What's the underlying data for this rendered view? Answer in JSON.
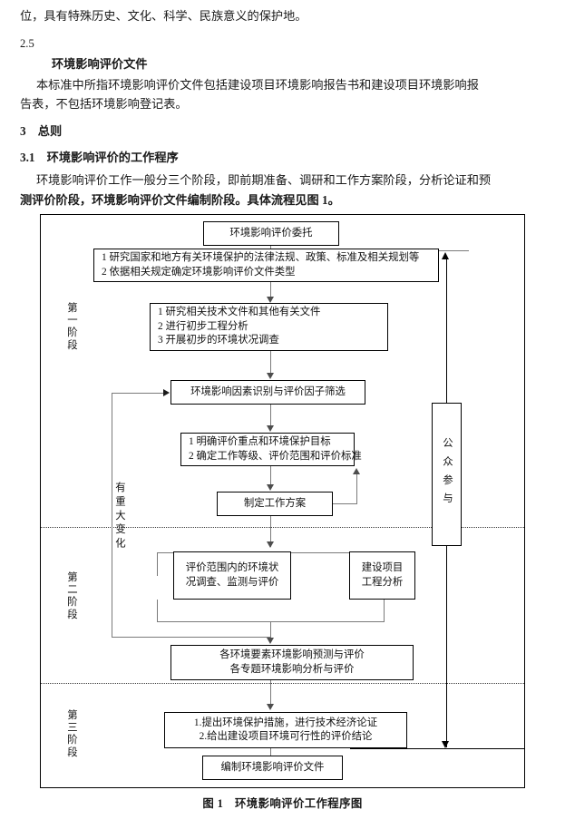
{
  "document": {
    "paragraphs": [
      {
        "id": "p-intro",
        "text": "位，具有特殊历史、文化、科学、民族意义的保护地。"
      },
      {
        "id": "clause-2-5",
        "text": "2.5"
      },
      {
        "id": "term-title",
        "text": "环境影响评价文件"
      },
      {
        "id": "term-body-1",
        "text": "本标准中所指环境影响评价文件包括建设项目环境影响报告书和建设项目环境影响报"
      },
      {
        "id": "term-body-2",
        "text": "告表，不包括环境影响登记表。"
      },
      {
        "id": "heading-3",
        "text": "3　总则"
      },
      {
        "id": "heading-3-1",
        "text": "3.1　环境影响评价的工作程序"
      },
      {
        "id": "sec-body-1",
        "text": "环境影响评价工作一般分三个阶段，即前期准备、调研和工作方案阶段，分析论证和预"
      },
      {
        "id": "sec-body-2",
        "text": "测评价阶段，环境影响评价文件编制阶段。具体流程见图 1。"
      }
    ],
    "figure_caption": "图 1　环境影响评价工作程序图"
  },
  "chart_data": {
    "type": "flowchart",
    "title": "环境影响评价工作程序图",
    "stages": [
      {
        "key": "stage-1",
        "label": "第一阶段"
      },
      {
        "key": "stage-2",
        "label": "第二阶段"
      },
      {
        "key": "stage-3",
        "label": "第三阶段"
      }
    ],
    "side_channel": {
      "key": "public-participation",
      "label": "公众参与"
    },
    "feedback_label": {
      "key": "major-change",
      "label": "有重大变化"
    },
    "nodes": [
      {
        "id": "n1",
        "stage": "stage-1",
        "lines": [
          "环境影响评价委托"
        ]
      },
      {
        "id": "n2",
        "stage": "stage-1",
        "lines": [
          "1 研究国家和地方有关环境保护的法律法规、政策、标准及相关规划等",
          "2 依据相关规定确定环境影响评价文件类型"
        ]
      },
      {
        "id": "n3",
        "stage": "stage-1",
        "lines": [
          "1 研究相关技术文件和其他有关文件",
          "2 进行初步工程分析",
          "3 开展初步的环境状况调查"
        ]
      },
      {
        "id": "n4",
        "stage": "stage-1",
        "lines": [
          "环境影响因素识别与评价因子筛选"
        ]
      },
      {
        "id": "n5",
        "stage": "stage-1",
        "lines": [
          "1 明确评价重点和环境保护目标",
          "2 确定工作等级、评价范围和评价标准"
        ]
      },
      {
        "id": "n6",
        "stage": "stage-1",
        "lines": [
          "制定工作方案"
        ]
      },
      {
        "id": "n7",
        "stage": "stage-2",
        "lines": [
          "评价范围内的环境状",
          "况调查、监测与评价"
        ]
      },
      {
        "id": "n8",
        "stage": "stage-2",
        "lines": [
          "建设项目",
          "工程分析"
        ]
      },
      {
        "id": "n9",
        "stage": "stage-2",
        "lines": [
          "各环境要素环境影响预测与评价",
          "各专题环境影响分析与评价"
        ]
      },
      {
        "id": "n10",
        "stage": "stage-3",
        "lines": [
          "1.提出环境保护措施，进行技术经济论证",
          "2.给出建设项目环境可行性的评价结论"
        ]
      },
      {
        "id": "n11",
        "stage": "stage-3",
        "lines": [
          "编制环境影响评价文件"
        ]
      }
    ],
    "edges": [
      {
        "from": "n1",
        "to": "n2",
        "type": "straight"
      },
      {
        "from": "n2",
        "to": "n3",
        "type": "arrow-down"
      },
      {
        "from": "n3",
        "to": "n4",
        "type": "arrow-down"
      },
      {
        "from": "n4",
        "to": "n5",
        "type": "arrow-down"
      },
      {
        "from": "n5",
        "to": "n6",
        "type": "arrow-down"
      },
      {
        "from": "n6",
        "to": "n5",
        "type": "feedback-right-up"
      },
      {
        "from": "n6",
        "to": "n7",
        "type": "split-down"
      },
      {
        "from": "n6",
        "to": "n8",
        "type": "split-down"
      },
      {
        "from": "n7",
        "to": "n9",
        "type": "merge-down"
      },
      {
        "from": "n8",
        "to": "n9",
        "type": "merge-down"
      },
      {
        "from": "n9",
        "to": "n4",
        "type": "feedback-left-up",
        "label": "有重大变化"
      },
      {
        "from": "n9",
        "to": "n10",
        "type": "arrow-down"
      },
      {
        "from": "n10",
        "to": "n11",
        "type": "arrow-down"
      },
      {
        "from": "n2",
        "to": "public-participation",
        "type": "channel-up"
      },
      {
        "from": "public-participation",
        "to": "n11",
        "type": "channel-down"
      }
    ],
    "colors": {
      "box_border": "#000000",
      "connector": "#7a7a7a",
      "text": "#121212",
      "background": "#ffffff"
    }
  }
}
